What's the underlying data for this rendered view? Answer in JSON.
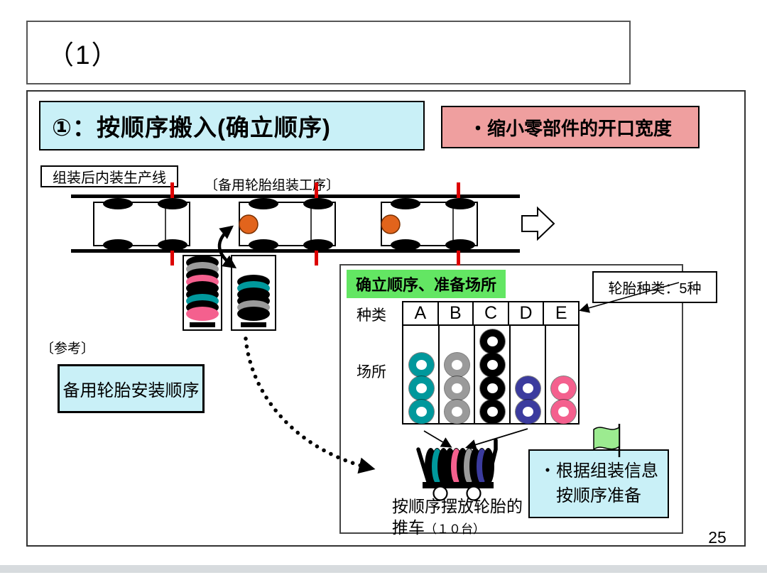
{
  "page": {
    "number": "25"
  },
  "title_box": {
    "text": "（1）"
  },
  "header": {
    "step_label": "①：按顺序搬入(确立顺序)",
    "callout": "・缩小零部件的开口宽度"
  },
  "line_area": {
    "line_label": "组装后内装生产线",
    "process_label": "〔备用轮胎组装工序〕"
  },
  "reference": {
    "label": "〔参考〕",
    "box_text": "备用轮胎安装顺序"
  },
  "panel": {
    "green_label": "确立顺序、准备场所",
    "tire_types_label": "轮胎种类：5种",
    "table": {
      "row1_label": "种类",
      "row2_label": "场所",
      "columns": [
        {
          "label": "A",
          "color": "#00989c",
          "count": 3
        },
        {
          "label": "B",
          "color": "#9a9a9a",
          "count": 3
        },
        {
          "label": "C",
          "color": "#000000",
          "count": 4
        },
        {
          "label": "D",
          "color": "#3b3b9e",
          "count": 2
        },
        {
          "label": "E",
          "color": "#f4608e",
          "count": 2
        }
      ]
    },
    "cart": {
      "caption_line1": "按顺序摆放轮胎的",
      "caption_line2": "推车",
      "caption_line2_sub": "（１０台）",
      "tires": [
        "#000000",
        "#00989c",
        "#000000",
        "#000000",
        "#f4608e",
        "#000000",
        "#9a9a9a",
        "#000000",
        "#3b3b9e",
        "#000000"
      ]
    },
    "info_box": {
      "line1": "・根据组装信息",
      "line2": "按顺序准备"
    }
  },
  "stacks": {
    "left": [
      "#000000",
      "#9a9a9a",
      "#000000",
      "#f4608e",
      "#000000",
      "#000000",
      "#00989c",
      "#000000",
      "#f4608e"
    ],
    "right": [
      "#000000",
      "#00989c",
      "#000000",
      "#000000",
      "#9a9a9a",
      "#000000"
    ]
  },
  "colors": {
    "cyan_fill": "#c9f0f7",
    "pink_fill": "#ef9f9f",
    "green_fill": "#63e663",
    "flag_green": "#9ceb90",
    "orange_spare": "#e2641c",
    "red_tick": "#dd0000"
  }
}
